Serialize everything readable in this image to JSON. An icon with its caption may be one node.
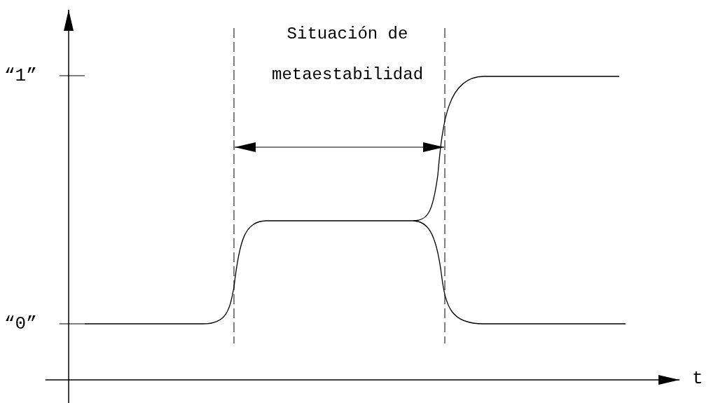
{
  "diagram": {
    "labels": [
      "“1”",
      "“0”",
      "t",
      "Situación de metaestabilidad"
    ]
  }
}
